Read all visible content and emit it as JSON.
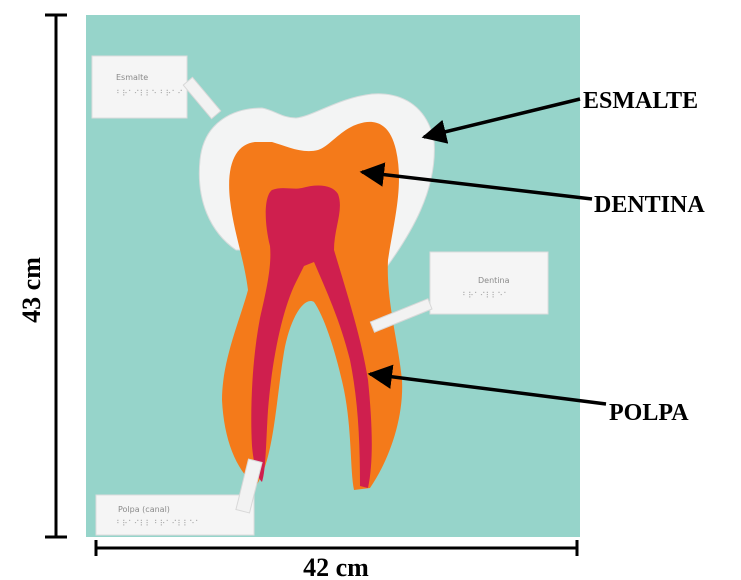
{
  "annotations": {
    "esmalte": "ESMALTE",
    "dentina": "DENTINA",
    "polpa": "POLPA"
  },
  "dimensions": {
    "height": "43 cm",
    "width": "42 cm"
  },
  "cards": {
    "esmalte": "Esmalte",
    "dentina": "Dentina",
    "polpa": "Polpa (canal)"
  },
  "colors": {
    "board": "#9ad6cc",
    "enamel": "#f3f4f4",
    "dentin": "#f47a1a",
    "pulp": "#cf1f4e",
    "arrow": "#000000"
  }
}
